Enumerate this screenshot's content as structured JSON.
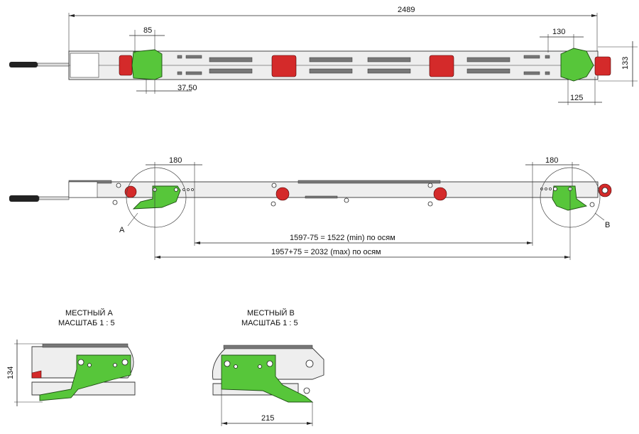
{
  "top_view": {
    "overall_length": "2489",
    "left_offset": "85",
    "left_spacing": "37,50",
    "right_offset": "130",
    "height": "133",
    "right_wheel": "125"
  },
  "side_view": {
    "left_circle_dim": "180",
    "right_circle_dim": "180",
    "min_length": "1597-75 = 1522 (min) по осям",
    "max_length": "1957+75 = 2032 (max) по осям",
    "callout_a": "A",
    "callout_b": "B"
  },
  "detail_a": {
    "title": "МЕСТНЫЙ А",
    "scale": "МАСШТАБ 1 : 5",
    "height_dim": "134"
  },
  "detail_b": {
    "title": "МЕСТНЫЙ В",
    "scale": "МАСШТАБ 1 : 5",
    "width_dim": "215"
  },
  "colors": {
    "green": "#57c63a",
    "red": "#d42a2a",
    "body": "#eeeeee"
  }
}
